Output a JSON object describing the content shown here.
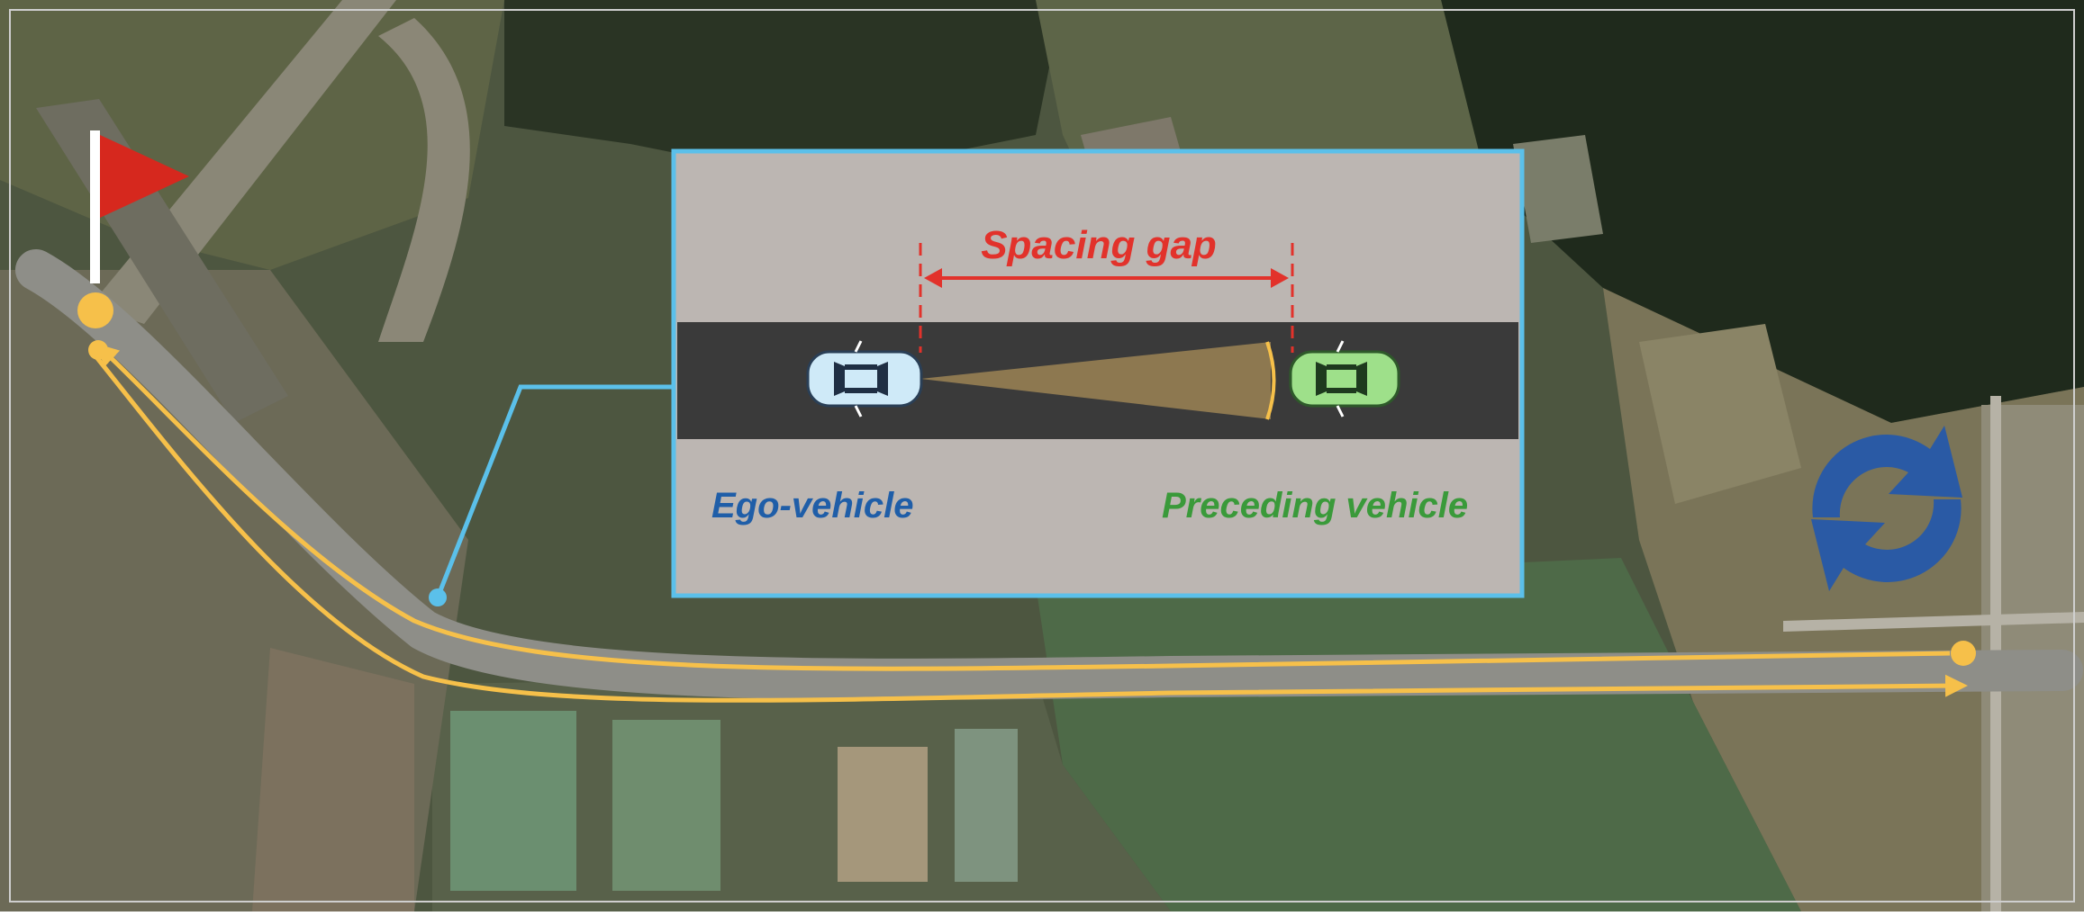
{
  "inset": {
    "gap_label": "Spacing gap",
    "ego_label": "Ego-vehicle",
    "preceding_label": "Preceding vehicle"
  },
  "icons": [
    "start-flag-icon",
    "loop-arrows-icon",
    "ego-car-icon",
    "preceding-car-icon",
    "sensor-beam-icon"
  ],
  "colors": {
    "route": "#f6c04a",
    "ego_text": "#1f5ea8",
    "preceding_text": "#3a9a3a",
    "gap_text": "#e2322b",
    "inset_border": "#5bc0ea",
    "ego_car": "#cfeaf8",
    "preceding_car": "#9ee08a",
    "flag": "#d6281e",
    "loop_arrows": "#2a5aa5",
    "inset_bg": "#bcb6b2",
    "road": "#3a3a3a"
  }
}
